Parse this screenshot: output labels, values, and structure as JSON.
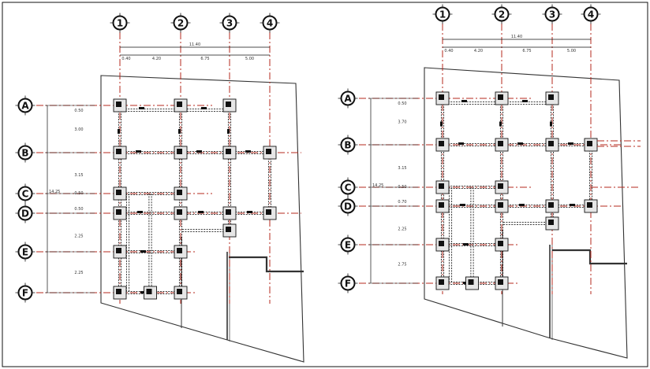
{
  "colors": {
    "grid_line": "#b4281e",
    "boundary": "#333333",
    "beam": "#222222",
    "ink": "#111111",
    "column_fill": "#e6e6e6"
  },
  "plans": [
    {
      "name": "plan-left",
      "grid_labels_x": [
        "1",
        "2",
        "3",
        "4"
      ],
      "grid_labels_y": [
        "A",
        "B",
        "C",
        "D",
        "E",
        "F"
      ],
      "total_dim": "11.40",
      "span_dims": [
        "0.40",
        "4.20",
        "6.75",
        "5.00"
      ],
      "side_dims": [
        "0.50",
        "3.00",
        "3.15",
        "0.50",
        "0.50",
        "2.25",
        "2.25"
      ],
      "side_extra": "14.25"
    },
    {
      "name": "plan-right",
      "grid_labels_x": [
        "1",
        "2",
        "3",
        "4"
      ],
      "grid_labels_y": [
        "A",
        "B",
        "C",
        "D",
        "E",
        "F"
      ],
      "total_dim": "11.40",
      "span_dims": [
        "0.40",
        "4.20",
        "6.75",
        "5.00"
      ],
      "side_dims": [
        "0.50",
        "3.70",
        "3.15",
        "0.50",
        "0.70",
        "2.25",
        "2.75"
      ],
      "side_extra": "14.25"
    }
  ]
}
